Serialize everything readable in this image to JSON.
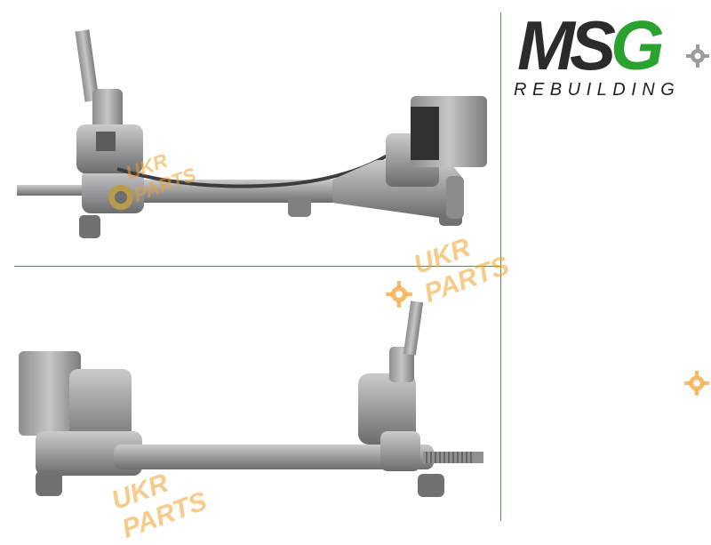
{
  "brand": {
    "name_left": "MS",
    "name_right": "G",
    "tagline": "REBUILDING",
    "dark_color": "#2b2b2b",
    "accent_color": "#2aa32e"
  },
  "watermark": {
    "line1": "UKR",
    "line2": "PARTS",
    "color": "#f0a028",
    "icon": "gear-icon"
  },
  "product": {
    "top_view_name": "steering-rack-top-view",
    "bottom_view_name": "steering-rack-bottom-view",
    "body_color": "#9a9c9e",
    "dark_color": "#3a3c3e"
  }
}
